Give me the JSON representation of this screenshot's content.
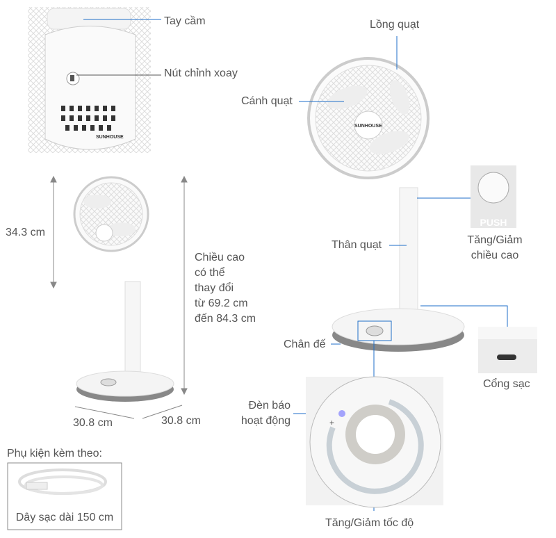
{
  "labels": {
    "handle": "Tay cầm",
    "rotate_knob": "Nút chỉnh xoay",
    "cage": "Lồng quạt",
    "blades": "Cánh quạt",
    "body": "Thân quạt",
    "base": "Chân đế",
    "height_adjust_line1": "Tăng/Giảm",
    "height_adjust_line2": "chiều cao",
    "charge_port": "Cổng sạc",
    "indicator_line1": "Đèn báo",
    "indicator_line2": "hoạt động",
    "speed_adjust": "Tăng/Giảm tốc độ",
    "push_text": "PUSH",
    "plus_sign": "+"
  },
  "dimensions": {
    "head_height": "34.3 cm",
    "height_lines": [
      "Chiều cao",
      "có thể",
      "thay đổi",
      "từ 69.2 cm",
      "đến 84.3 cm"
    ],
    "base_width": "30.8 cm",
    "base_depth": "30.8 cm"
  },
  "accessories": {
    "title": "Phụ kiện kèm theo:",
    "item": "Dây sạc dài 150 cm"
  },
  "brand_logo": "SUNHOUSE",
  "colors": {
    "callout_line": "#1e6ec8",
    "dimension_line": "#888888",
    "text": "#555555"
  }
}
